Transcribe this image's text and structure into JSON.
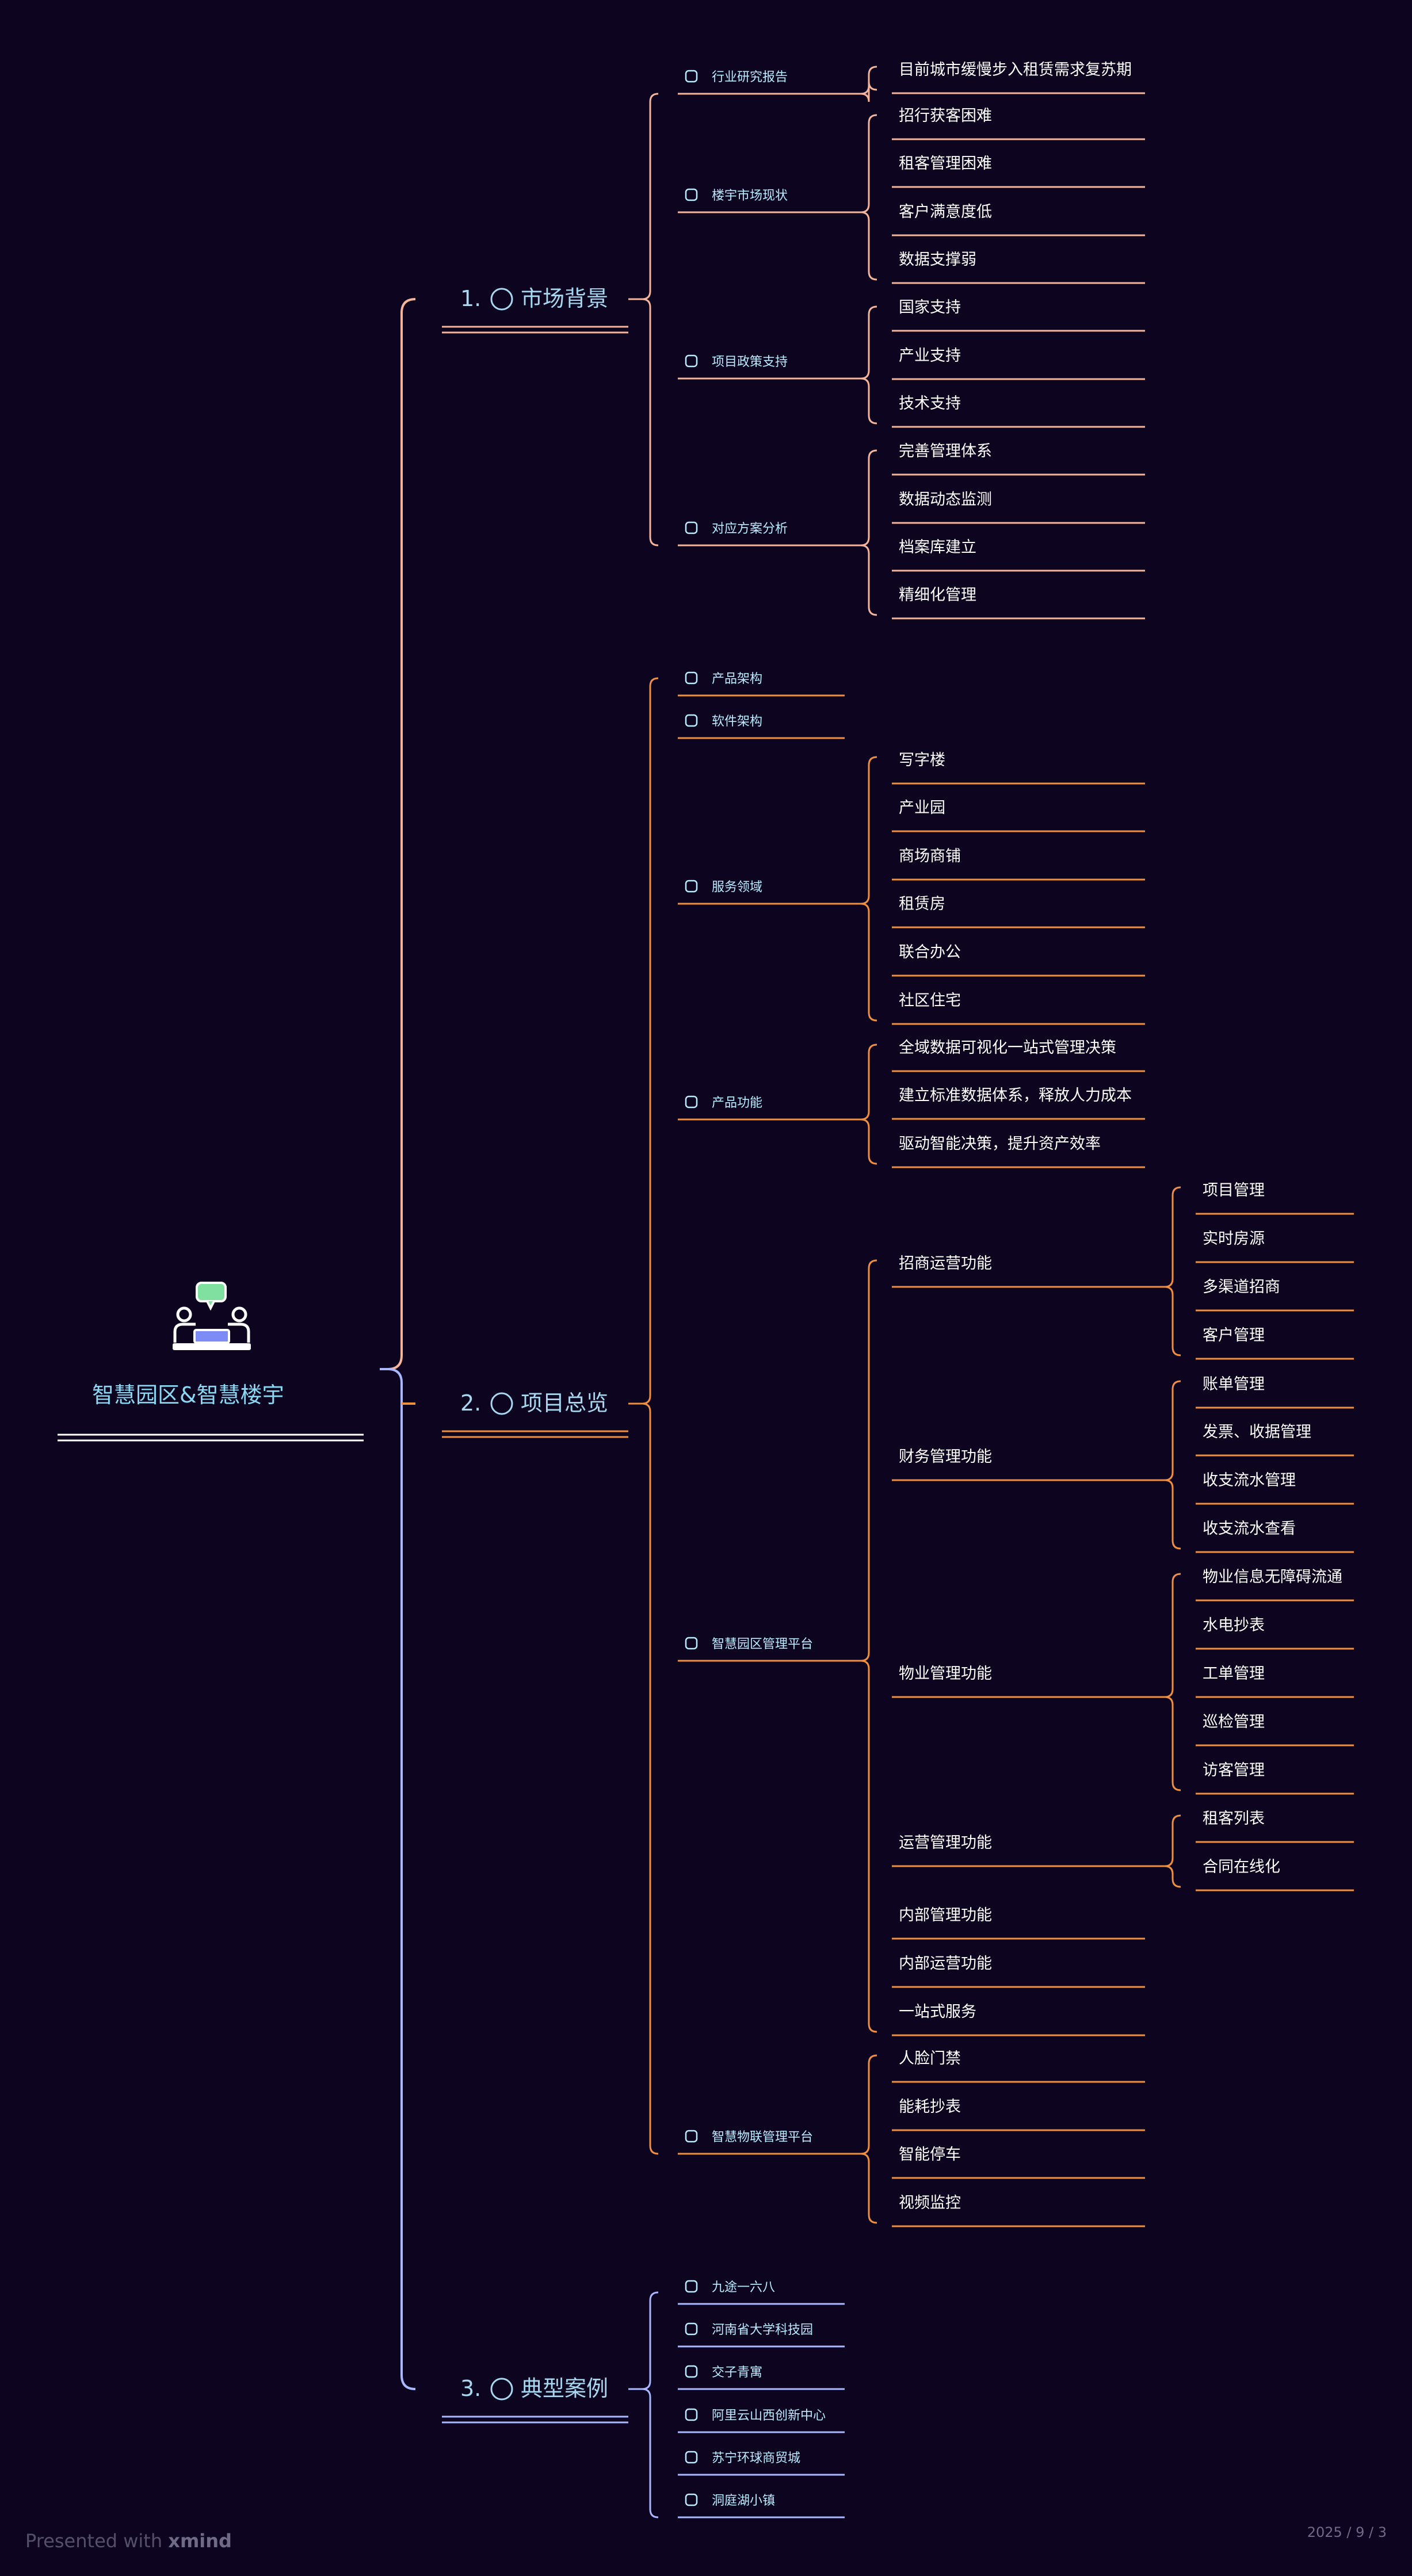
{
  "root": {
    "title": "智慧园区&智慧楼宇",
    "icon": "meeting-people-icon"
  },
  "colors": {
    "background": "#0d0420",
    "branch1": "#f6b49a",
    "branch2": "#f08f3e",
    "branch3": "#a9b7ff",
    "root_underline": "#ffffff",
    "sub_label": "#b9ecff"
  },
  "branches": [
    {
      "number": "1.",
      "label": "市场背景",
      "children": [
        {
          "label": "行业研究报告",
          "children": [
            {
              "label": "目前城市缓慢步入租赁需求复苏期"
            }
          ]
        },
        {
          "label": "楼宇市场现状",
          "children": [
            {
              "label": "招行获客困难"
            },
            {
              "label": "租客管理困难"
            },
            {
              "label": "客户满意度低"
            },
            {
              "label": "数据支撑弱"
            }
          ]
        },
        {
          "label": "项目政策支持",
          "children": [
            {
              "label": "国家支持"
            },
            {
              "label": "产业支持"
            },
            {
              "label": "技术支持"
            }
          ]
        },
        {
          "label": "对应方案分析",
          "children": [
            {
              "label": "完善管理体系"
            },
            {
              "label": "数据动态监测"
            },
            {
              "label": "档案库建立"
            },
            {
              "label": "精细化管理"
            }
          ]
        }
      ]
    },
    {
      "number": "2.",
      "label": "项目总览",
      "children": [
        {
          "label": "产品架构",
          "children": []
        },
        {
          "label": "软件架构",
          "children": []
        },
        {
          "label": "服务领域",
          "children": [
            {
              "label": "写字楼"
            },
            {
              "label": "产业园"
            },
            {
              "label": "商场商铺"
            },
            {
              "label": "租赁房"
            },
            {
              "label": "联合办公"
            },
            {
              "label": "社区住宅"
            }
          ]
        },
        {
          "label": "产品功能",
          "children": [
            {
              "label": "全域数据可视化一站式管理决策"
            },
            {
              "label": "建立标准数据体系，释放人力成本"
            },
            {
              "label": "驱动智能决策，提升资产效率"
            }
          ]
        },
        {
          "label": "智慧园区管理平台",
          "children": [
            {
              "label": "招商运营功能",
              "children": [
                {
                  "label": "项目管理"
                },
                {
                  "label": "实时房源"
                },
                {
                  "label": "多渠道招商"
                },
                {
                  "label": "客户管理"
                }
              ]
            },
            {
              "label": "财务管理功能",
              "children": [
                {
                  "label": "账单管理"
                },
                {
                  "label": "发票、收据管理"
                },
                {
                  "label": "收支流水管理"
                },
                {
                  "label": "收支流水查看"
                }
              ]
            },
            {
              "label": "物业管理功能",
              "children": [
                {
                  "label": "物业信息无障碍流通"
                },
                {
                  "label": "水电抄表"
                },
                {
                  "label": "工单管理"
                },
                {
                  "label": "巡检管理"
                },
                {
                  "label": "访客管理"
                }
              ]
            },
            {
              "label": "运营管理功能",
              "children": [
                {
                  "label": "租客列表"
                },
                {
                  "label": "合同在线化"
                }
              ]
            },
            {
              "label": "内部管理功能",
              "children": []
            },
            {
              "label": "内部运营功能",
              "children": []
            },
            {
              "label": "一站式服务",
              "children": []
            }
          ]
        },
        {
          "label": "智慧物联管理平台",
          "children": [
            {
              "label": "人脸门禁"
            },
            {
              "label": "能耗抄表"
            },
            {
              "label": "智能停车"
            },
            {
              "label": "视频监控"
            }
          ]
        }
      ]
    },
    {
      "number": "3.",
      "label": "典型案例",
      "children": [
        {
          "label": "九途一六八",
          "children": []
        },
        {
          "label": "河南省大学科技园",
          "children": []
        },
        {
          "label": "交子青寓",
          "children": []
        },
        {
          "label": "阿里云山西创新中心",
          "children": []
        },
        {
          "label": "苏宁环球商贸城",
          "children": []
        },
        {
          "label": "洞庭湖小镇",
          "children": []
        }
      ]
    }
  ],
  "footer": {
    "presented_with": "Presented with",
    "brand": "xmind",
    "date": "2025 / 9 / 3"
  }
}
